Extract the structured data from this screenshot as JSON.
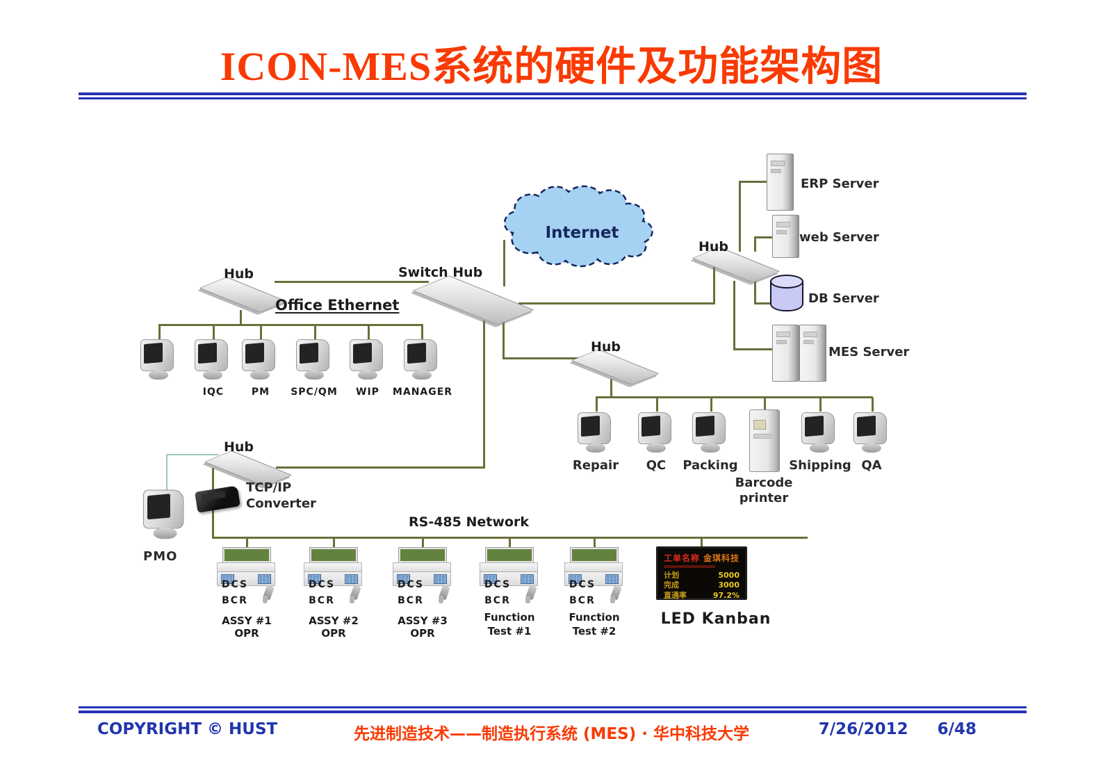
{
  "slide": {
    "title": "ICON-MES系统的硬件及功能架构图",
    "footer": {
      "left": "COPYRIGHT © HUST",
      "center": "先进制造技术——制造执行系统 (MES) · 华中科技大学",
      "date": "7/26/2012",
      "page": "6/48"
    }
  },
  "colors": {
    "title_red": "#f93a03",
    "footer_blue": "#2135ae",
    "rule_blue": "#2433b4",
    "connector_olive": "#6b6e3a",
    "cloud_fill": "#a5d2f3",
    "cloud_stroke": "#16265c",
    "db_fill": "#c9c9f6",
    "kanban_bg": "#0b0805",
    "kanban_red": "#df2d1b",
    "kanban_yellow": "#e9ca20"
  },
  "diagram": {
    "internet": {
      "label": "Internet"
    },
    "switch_hub": {
      "label": "Switch Hub"
    },
    "office": {
      "hub_label": "Hub",
      "title": "Office Ethernet",
      "stations": [
        "",
        "IQC",
        "PM",
        "SPC/QM",
        "WIP",
        "MANAGER"
      ]
    },
    "servers": {
      "hub_label": "Hub",
      "erp": "ERP Server",
      "web": "web Server",
      "db": "DB Server",
      "mes": "MES Server"
    },
    "production": {
      "hub_label": "Hub",
      "stations": [
        "Repair",
        "QC",
        "Packing",
        "Barcode printer",
        "Shipping",
        "QA"
      ]
    },
    "field": {
      "hub_label": "Hub",
      "pmo": "PMO",
      "converter": "TCP/IP Converter",
      "network": "RS-485 Network",
      "device_line1": "DCS",
      "device_line2": "BCR",
      "stations": [
        "ASSY #1 OPR",
        "ASSY #2 OPR",
        "ASSY #3 OPR",
        "Function Test #1",
        "Function Test #2"
      ],
      "kanban_label": "LED Kanban",
      "kanban": {
        "title_label": "工单名称",
        "title_value": "金琪科技",
        "rows": [
          {
            "label": "计划",
            "value": "5000"
          },
          {
            "label": "完成",
            "value": "3000"
          },
          {
            "label": "直通率",
            "value": "97.2%"
          }
        ]
      }
    }
  }
}
